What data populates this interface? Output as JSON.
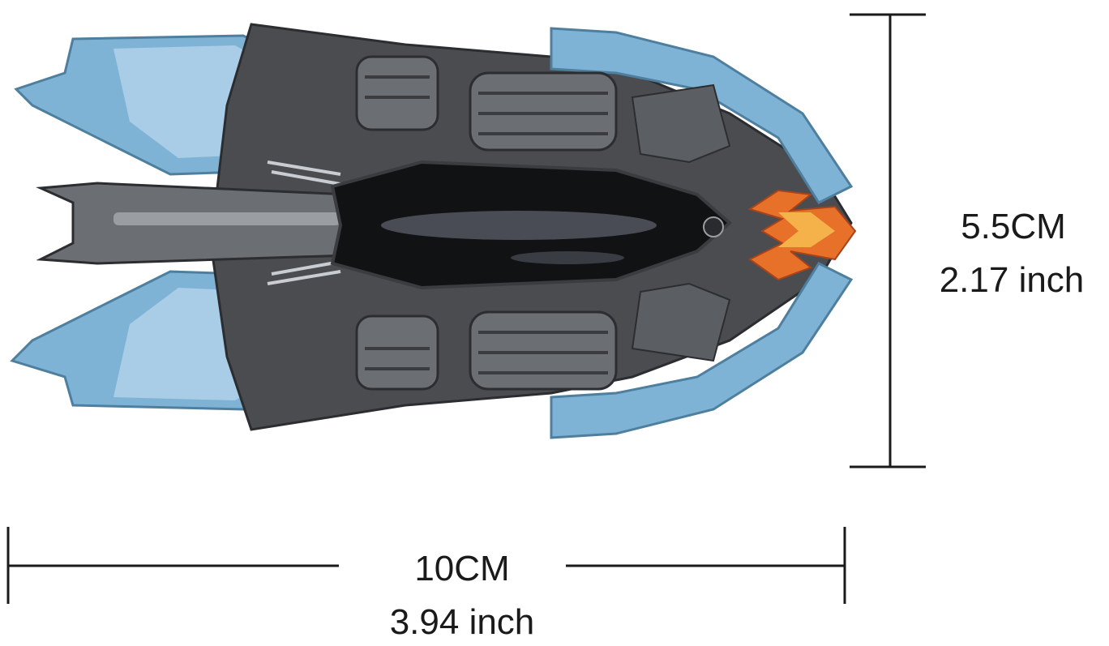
{
  "product": {
    "image_name": "wall-climbing-rc-car-top-view",
    "colors": {
      "body_dark": "#4a4c50",
      "body_mid": "#6b6e73",
      "panel_blue": "#7fb3d6",
      "panel_blue_light": "#a9cde6",
      "cockpit": "#111214",
      "flame_orange": "#e8712a",
      "flame_yellow": "#f6b24a"
    }
  },
  "dimensions": {
    "height": {
      "metric": "5.5CM",
      "imperial": "2.17 inch"
    },
    "width": {
      "metric": "10CM",
      "imperial": "3.94 inch"
    },
    "line_color": "#1a1a1a"
  }
}
